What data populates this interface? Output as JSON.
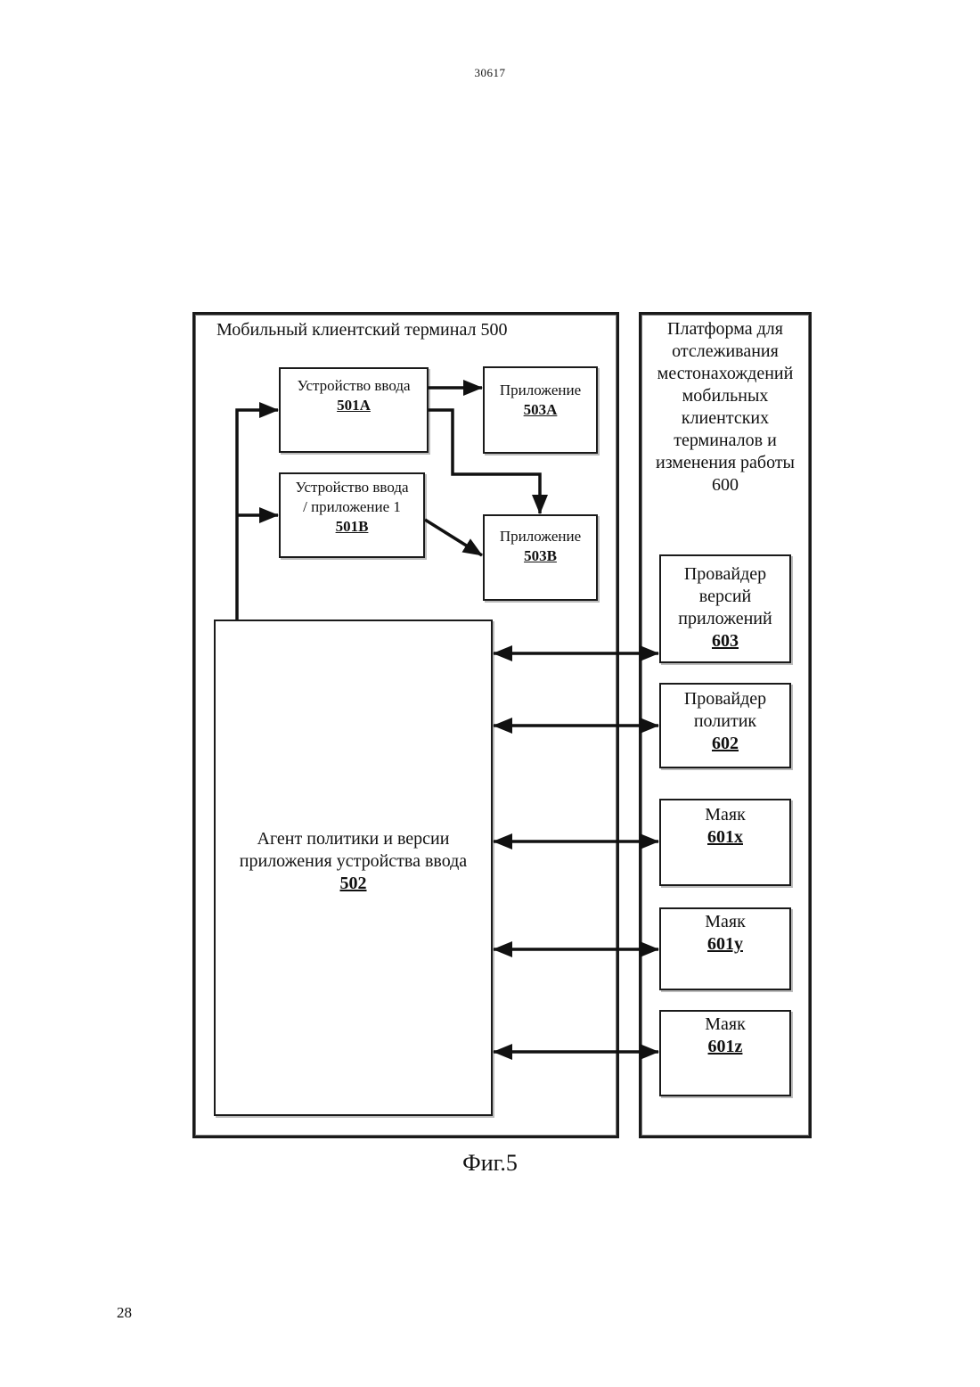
{
  "page": {
    "number_top": "30617",
    "number_bottom": "28",
    "caption": "Фиг.5"
  },
  "terminal": {
    "title": "Мобильный клиентский терминал 500",
    "input_501a": {
      "label": "Устройство ввода",
      "number": "501A"
    },
    "input_501b": {
      "line1": "Устройство ввода",
      "line2": "/ приложение 1",
      "number": "501B"
    },
    "app_503a": {
      "label": "Приложение",
      "number": "503A"
    },
    "app_503b": {
      "label": "Приложение",
      "number": "503B"
    },
    "agent_502": {
      "line1": "Агент политики и версии",
      "line2": "приложения устройства ввода",
      "number": "502"
    }
  },
  "platform": {
    "title_lines": [
      "Платформа для",
      "отслеживания",
      "местонахождений",
      "мобильных",
      "клиентских",
      "терминалов и",
      "изменения работы",
      "600"
    ],
    "provider_603": {
      "lines": [
        "Провайдер",
        "версий",
        "приложений"
      ],
      "number": "603"
    },
    "provider_602": {
      "lines": [
        "Провайдер",
        "политик"
      ],
      "number": "602"
    },
    "beacon_601x": {
      "label": "Маяк",
      "number": "601x"
    },
    "beacon_601y": {
      "label": "Маяк",
      "number": "601y"
    },
    "beacon_601z": {
      "label": "Маяк",
      "number": "601z"
    }
  }
}
